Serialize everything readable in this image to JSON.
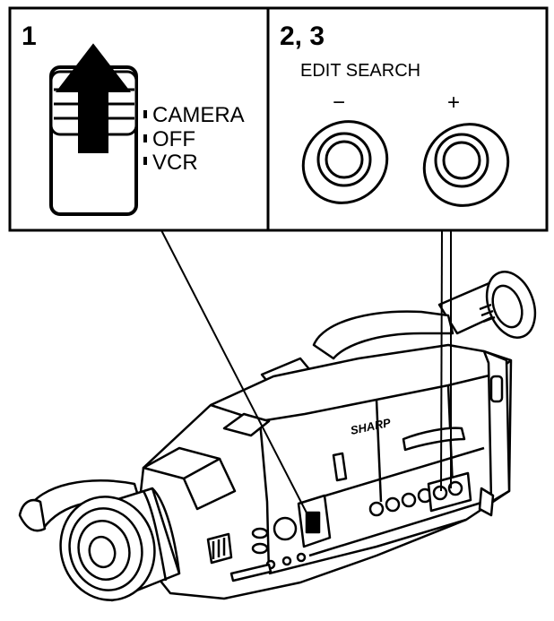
{
  "panel1": {
    "step_number": "1",
    "switch_positions": [
      "CAMERA",
      "OFF",
      "VCR"
    ]
  },
  "panel2": {
    "step_number": "2, 3",
    "title": "EDIT SEARCH",
    "minus_label": "−",
    "plus_label": "+"
  },
  "camera": {
    "brand": "SHARP"
  },
  "colors": {
    "line": "#000000",
    "background": "#ffffff"
  },
  "icons": [
    "up-arrow-icon",
    "edit-search-minus-button",
    "edit-search-plus-button"
  ]
}
